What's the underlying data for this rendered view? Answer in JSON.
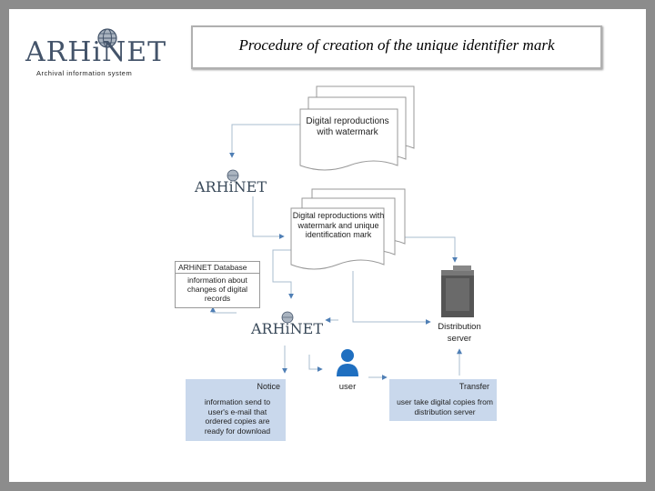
{
  "logo": {
    "text": "ARHiNET",
    "subtitle": "Archival information system",
    "icon": "globe-icon"
  },
  "title": "Procedure of creation of the unique identifier mark",
  "diagram": {
    "doc1": "Digital reproductions with watermark",
    "doc2": "Digital reproductions with watermark and unique identification mark",
    "arhinet_mid": "ARHiNET",
    "arhinet_low": "ARHiNET",
    "database": {
      "title": "ARHiNET Database",
      "body": "information about changes of digital records"
    },
    "server_label": "Distribution server",
    "user_label": "user",
    "notice": {
      "title": "Notice",
      "body": "information send to user's e-mail that ordered copies are ready for download"
    },
    "transfer": {
      "title": "Transfer",
      "body": "user take digital copies from distribution server"
    }
  },
  "colors": {
    "panel": "#c9d8ec",
    "arrow": "#4f7fb5",
    "user": "#1f6fc0",
    "logo": "#44546a"
  }
}
